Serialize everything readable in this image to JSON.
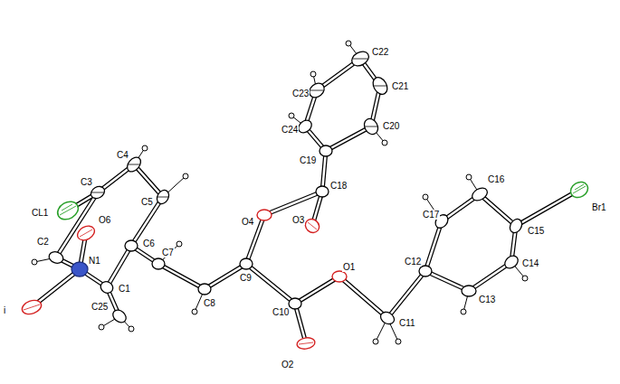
{
  "diagram": {
    "labels": [
      "CL1",
      "C3",
      "C4",
      "C5",
      "O6",
      "C2",
      "N1",
      "C1",
      "C6",
      "C7",
      "C25",
      "C8",
      "C9",
      "C10",
      "O2",
      "O4",
      "O3",
      "C18",
      "C19",
      "C24",
      "C23",
      "C22",
      "C21",
      "C20",
      "O1",
      "C11",
      "C12",
      "C13",
      "C14",
      "C15",
      "C16",
      "C17",
      "Br1",
      "i"
    ]
  }
}
